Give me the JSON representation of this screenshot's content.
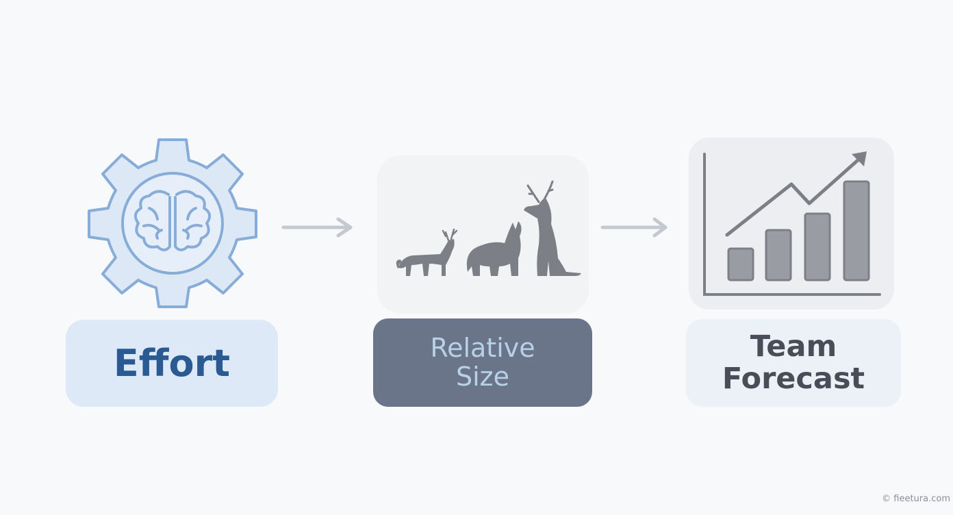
{
  "steps": [
    {
      "label": "Effort",
      "icon": "gear-brain-icon"
    },
    {
      "label_line1": "Relative",
      "label_line2": "Size",
      "icon": "animals-icon"
    },
    {
      "label_line1": "Team",
      "label_line2": "Forecast",
      "icon": "growth-chart-icon"
    }
  ],
  "connectors": [
    "arrow-right-icon",
    "arrow-right-icon"
  ],
  "watermark": "© fieetura.com",
  "colors": {
    "effort_bg": "#dde9f7",
    "effort_text": "#2b5a93",
    "gear_stroke": "#7ea7d4",
    "size_bg": "#6b7589",
    "size_text": "#b8d0e8",
    "forecast_bg": "#ecf1f8",
    "forecast_text": "#4a4d57",
    "icon_gray": "#7d7f87"
  }
}
